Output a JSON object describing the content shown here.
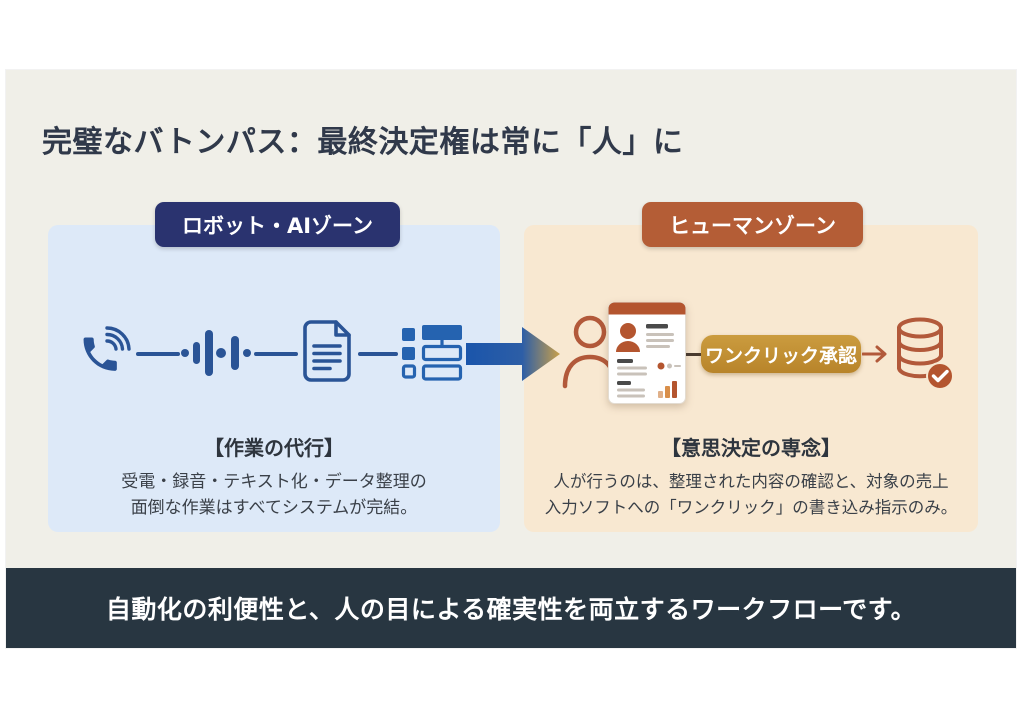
{
  "slide": {
    "title": "完璧なバトンパス：最終決定権は常に「人」に",
    "robot_zone": {
      "badge": "ロボット・AIゾーン",
      "icons": [
        "phone-ring-icon",
        "waveform-icon",
        "document-icon",
        "data-table-icon"
      ],
      "heading": "【作業の代行】",
      "line1": "受電・録音・テキスト化・データ整理の",
      "line2": "面倒な作業はすべてシステムが完結。"
    },
    "human_zone": {
      "badge": "ヒューマンゾーン",
      "icons": [
        "person-icon",
        "report-card-icon",
        "database-check-icon"
      ],
      "approve_button": "ワンクリック承認",
      "heading": "【意思決定の専念】",
      "line1": "人が行うのは、整理された内容の確認と、対象の売上",
      "line2": "入力ソフトへの「ワンクリック」の書き込み指示のみ。"
    },
    "footer": "自動化の利便性と、人の目による確実性を両立するワークフローです。"
  },
  "colors": {
    "slide_background": "#f0efe8",
    "robot_zone_background": "#dde9f8",
    "human_zone_background": "#f8e8d1",
    "robot_badge": "#2a336f",
    "human_badge": "#b45d36",
    "icon_navy": "#2a5496",
    "icon_terracotta": "#b2593a",
    "approve_button_gold": "#c08d32",
    "footer_background": "#283641",
    "arrow_blue": "#1b55ab",
    "arrow_gold": "#c9a04a"
  }
}
